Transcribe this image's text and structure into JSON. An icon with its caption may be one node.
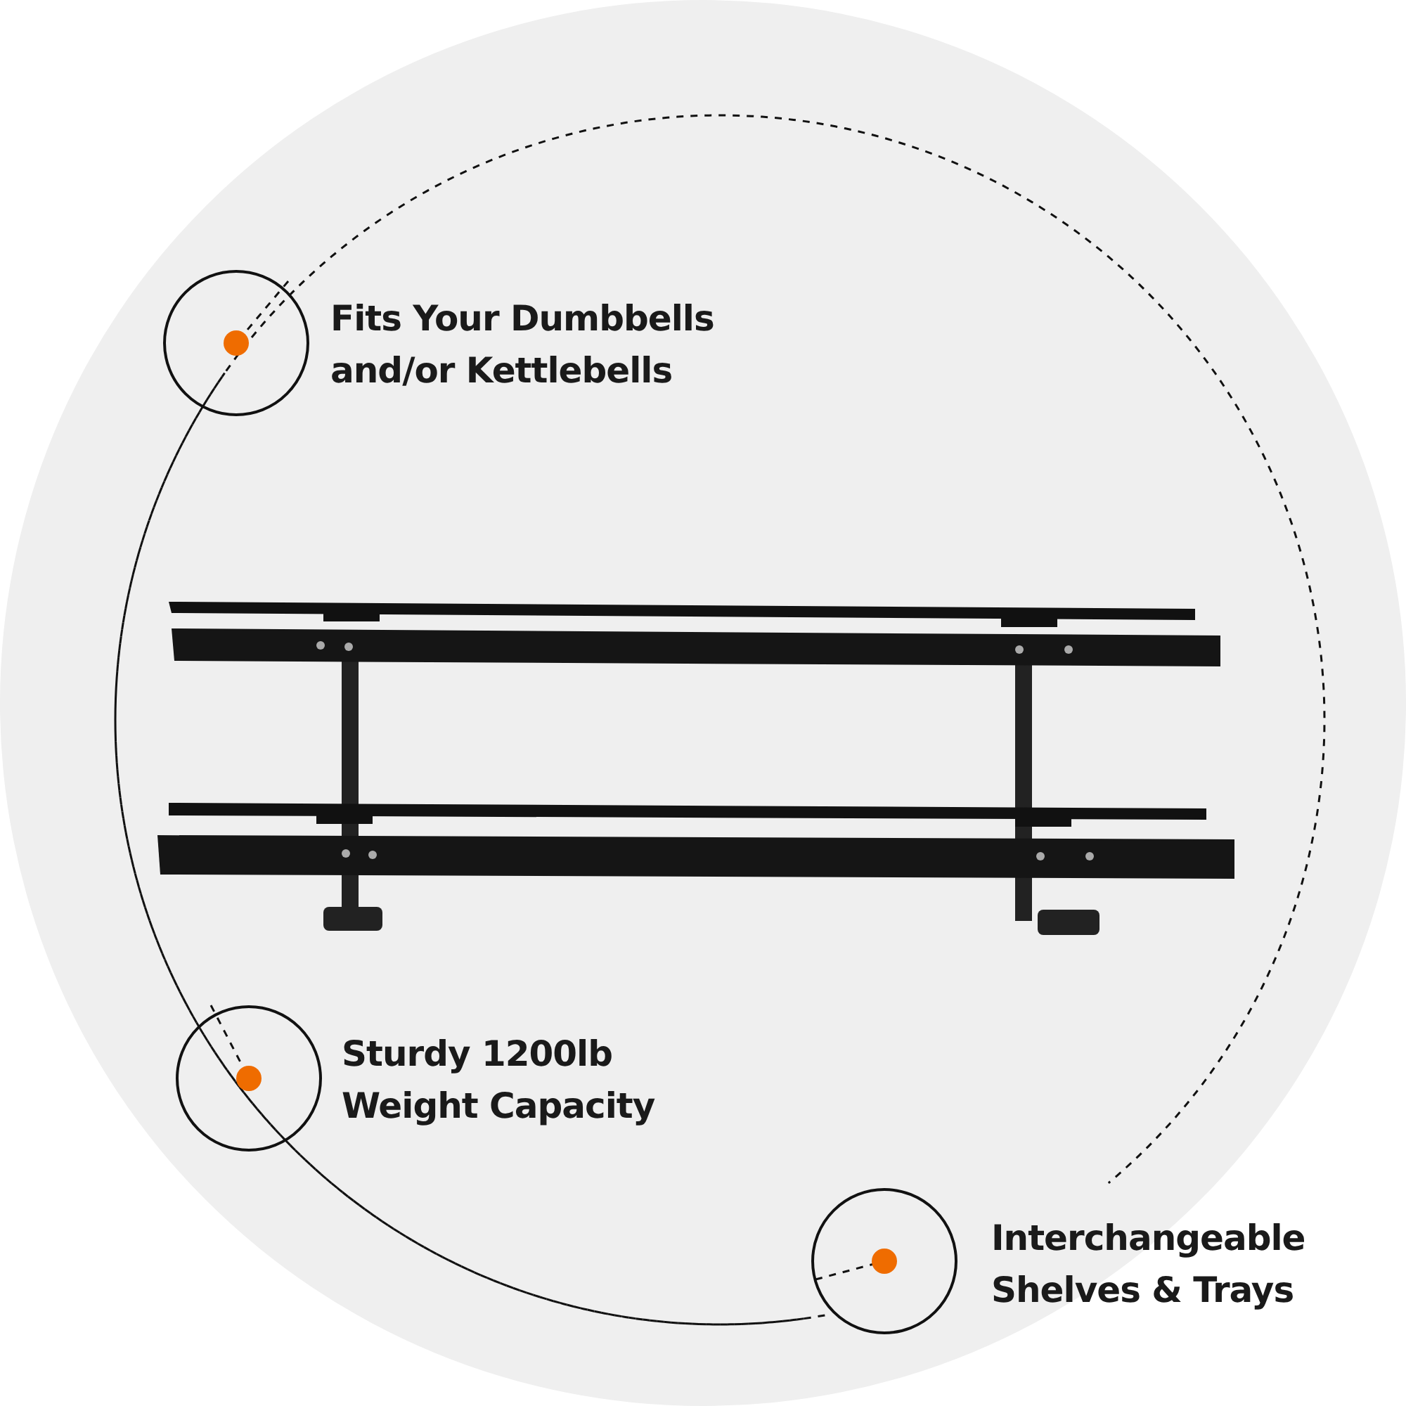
{
  "diagram": {
    "nodes": [
      {
        "text": [
          "Fits Your Dumbbells and/or Kettlebells"
        ]
      },
      {
        "text": [
          "Sturdy 1200lb Weight Capacity"
        ]
      },
      {
        "text": [
          "Interchangeable Shelves & Trays"
        ]
      }
    ]
  }
}
